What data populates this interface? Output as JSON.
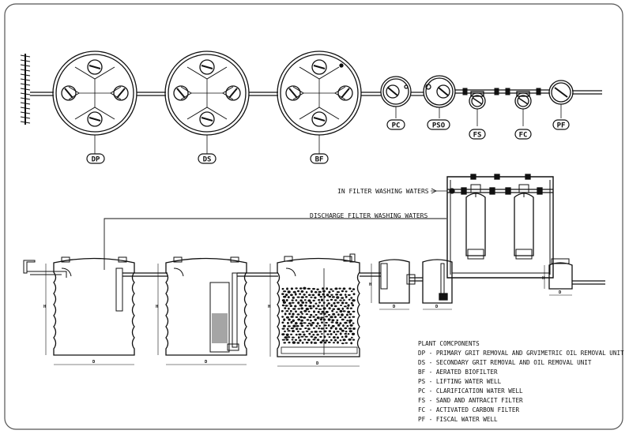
{
  "plan_labels": {
    "dp": "DP",
    "ds": "DS",
    "bf": "BF",
    "pc": "PC",
    "pso": "PSO",
    "fs": "FS",
    "fc": "FC",
    "pf": "PF"
  },
  "flows": {
    "in_filter": "IN FILTER WASHING WATERS",
    "discharge_filter": "DISCHARGE FILTER WASHING WATERS"
  },
  "dimensions": {
    "height": "H",
    "diameter": "D"
  },
  "legend": {
    "title": "PLANT COMCPONENTS",
    "items": [
      "DP - PRIMARY GRIT REMOVAL AND GRVIMETRIC OIL REMOVAL UNIT",
      "DS - SECONDARY GRIT REMOVAL AND OIL REMOVAL UNIT",
      "BF - AERATED BIOFILTER",
      "PS - LIFTING WATER WELL",
      "PC - CLARIFICATION WATER WELL",
      "FS - SAND AND ANTRACIT FILTER",
      "FC - ACTIVATED CARBON FILTER",
      "PF - FISCAL WATER WELL"
    ]
  }
}
